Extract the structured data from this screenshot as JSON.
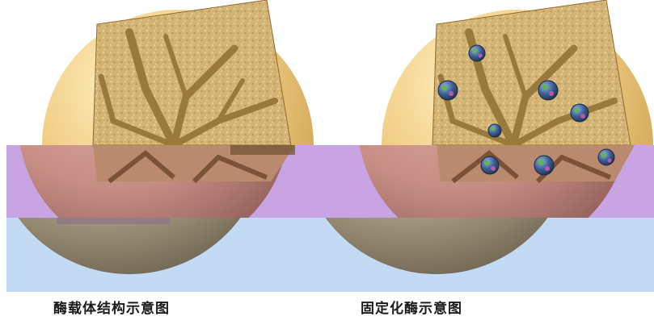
{
  "captions": {
    "carrier": "酶载体结构示意图",
    "immobilized": "固定化酶示意图"
  },
  "colors": {
    "sphere_top": "#f2cf86",
    "sphere_mid": "#d6ad5f",
    "sphere_edge": "#8f6b2e",
    "pore_surface": "#d3b475",
    "channel": "#9a7a3c",
    "purple_band": "#c8a4e3",
    "pink_sphere": "#c78e84",
    "blue_band": "#c3daf5",
    "grey_sphere": "#b7aa8e",
    "enzyme_core": "#3e5f93",
    "enzyme_green": "#64b451",
    "enzyme_magenta": "#b45aa8"
  },
  "panels": [
    {
      "name": "carrier-structure",
      "enzymes": 0
    },
    {
      "name": "immobilized-enzyme",
      "enzymes": 8
    }
  ]
}
